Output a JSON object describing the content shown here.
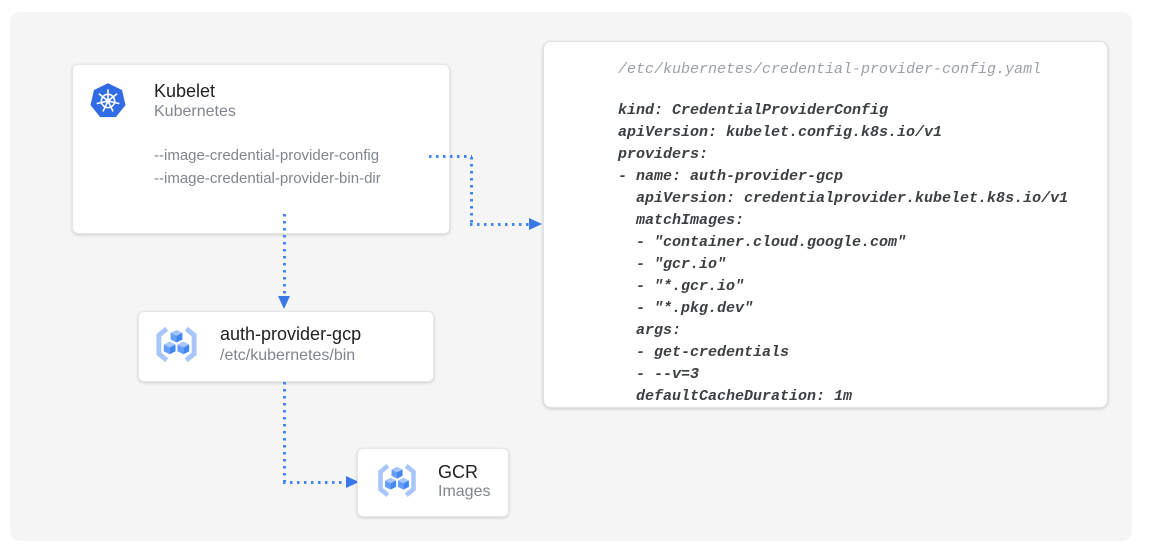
{
  "diagram": {
    "nodes": {
      "kubelet": {
        "icon": "kubernetes-icon",
        "title": "Kubelet",
        "subtitle": "Kubernetes",
        "flags": [
          "--image-credential-provider-config",
          "--image-credential-provider-bin-dir"
        ]
      },
      "auth_provider": {
        "icon": "gcr-registry-icon",
        "title": "auth-provider-gcp",
        "subtitle": "/etc/kubernetes/bin"
      },
      "gcr": {
        "icon": "gcr-registry-icon",
        "title": "GCR",
        "subtitle": "Images"
      }
    },
    "edges": [
      {
        "from": "kubelet-flag---image-credential-provider-config",
        "to": "credential-provider-config-panel",
        "style": "dotted-blue-arrow"
      },
      {
        "from": "kubelet",
        "to": "auth_provider",
        "style": "dotted-blue-arrow"
      },
      {
        "from": "auth_provider",
        "to": "gcr",
        "style": "dotted-blue-arrow"
      }
    ],
    "colors": {
      "arrow_blue": "#4285F4",
      "kubernetes_blue": "#326CE5",
      "gcr_icon_blue": "#4285F4",
      "gcr_bracket_blue": "#A9C6FB",
      "panel_bg": "#F5F5F5",
      "card_bg": "#FFFFFF",
      "text_primary": "#212124",
      "text_secondary": "#80868B",
      "code_text": "#3C4043",
      "code_path_text": "#9AA0A6"
    }
  },
  "code_panel": {
    "file_path": "/etc/kubernetes/credential-provider-config.yaml",
    "code": "kind: CredentialProviderConfig\napiVersion: kubelet.config.k8s.io/v1\nproviders:\n- name: auth-provider-gcp\n  apiVersion: credentialprovider.kubelet.k8s.io/v1\n  matchImages:\n  - \"container.cloud.google.com\"\n  - \"gcr.io\"\n  - \"*.gcr.io\"\n  - \"*.pkg.dev\"\n  args:\n  - get-credentials\n  - --v=3\n  defaultCacheDuration: 1m"
  }
}
